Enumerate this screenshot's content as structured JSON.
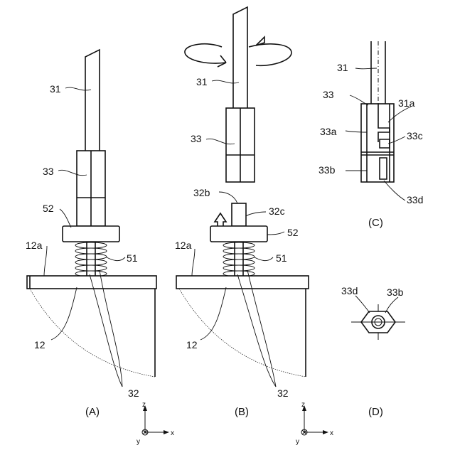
{
  "figure": {
    "panels": {
      "A": {
        "caption": "(A)",
        "labels": {
          "shaft": "31",
          "coupler": "33",
          "collar": "52",
          "surface": "12a",
          "spring": "51",
          "body": "12",
          "pin": "32"
        }
      },
      "B": {
        "caption": "(B)",
        "labels": {
          "shaft": "31",
          "coupler": "33",
          "pin_top": "32b",
          "pin_c": "32c",
          "collar": "52",
          "surface": "12a",
          "spring": "51",
          "body": "12",
          "pin": "32"
        }
      },
      "C": {
        "caption": "(C)",
        "labels": {
          "shaft": "31",
          "coupler": "33",
          "shaft_end": "31a",
          "upper": "33a",
          "notch": "33c",
          "lower": "33b",
          "slot": "33d"
        }
      },
      "D": {
        "caption": "(D)",
        "labels": {
          "slot": "33d",
          "lower": "33b"
        }
      }
    },
    "axes": {
      "z": "z",
      "x": "x",
      "y": "y"
    }
  }
}
